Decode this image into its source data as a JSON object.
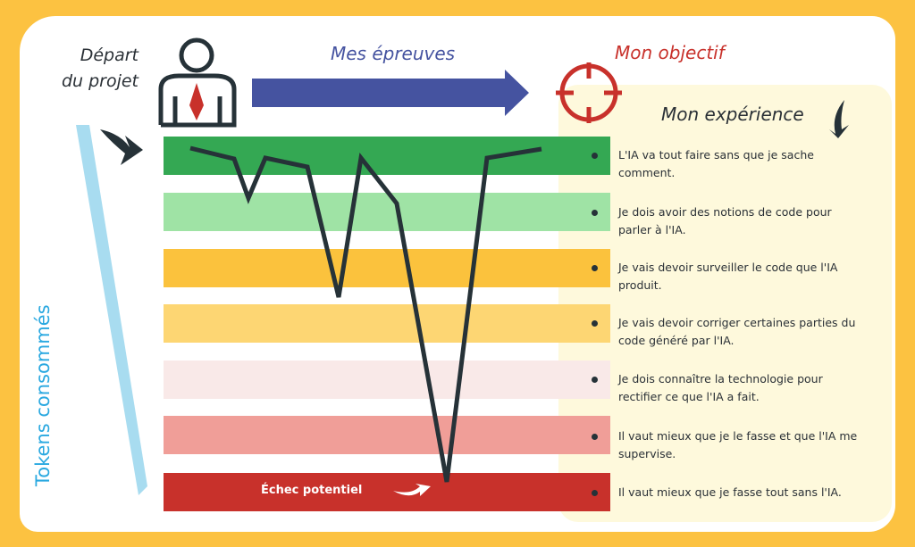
{
  "header": {
    "start_label_line1": "Départ",
    "start_label_line2": "du projet",
    "trials_label": "Mes épreuves",
    "goal_label": "Mon objectif"
  },
  "axis_label": "Tokens consommés",
  "panel": {
    "title": "Mon expérience",
    "items": [
      {
        "text": "L'IA va tout faire sans que je sache comment.",
        "color": "#34a853"
      },
      {
        "text": "Je dois avoir des notions de code pour parler à l'IA.",
        "color": "#9fe3a5"
      },
      {
        "text": "Je vais devoir surveiller le code que l'IA produit.",
        "color": "#fbc23d"
      },
      {
        "text": "Je vais devoir corriger certaines parties du code généré par l'IA.",
        "color": "#fdd673"
      },
      {
        "text": "Je dois connaître la technologie pour rectifier ce que l'IA a fait.",
        "color": "#f9e9e8"
      },
      {
        "text": "Il vaut mieux que je le fasse et que l'IA me supervise.",
        "color": "#f09e98"
      },
      {
        "text": "Il vaut mieux que je fasse tout sans l'IA.",
        "color": "#c8312b"
      }
    ]
  },
  "failure_label": "Échec potentiel"
}
